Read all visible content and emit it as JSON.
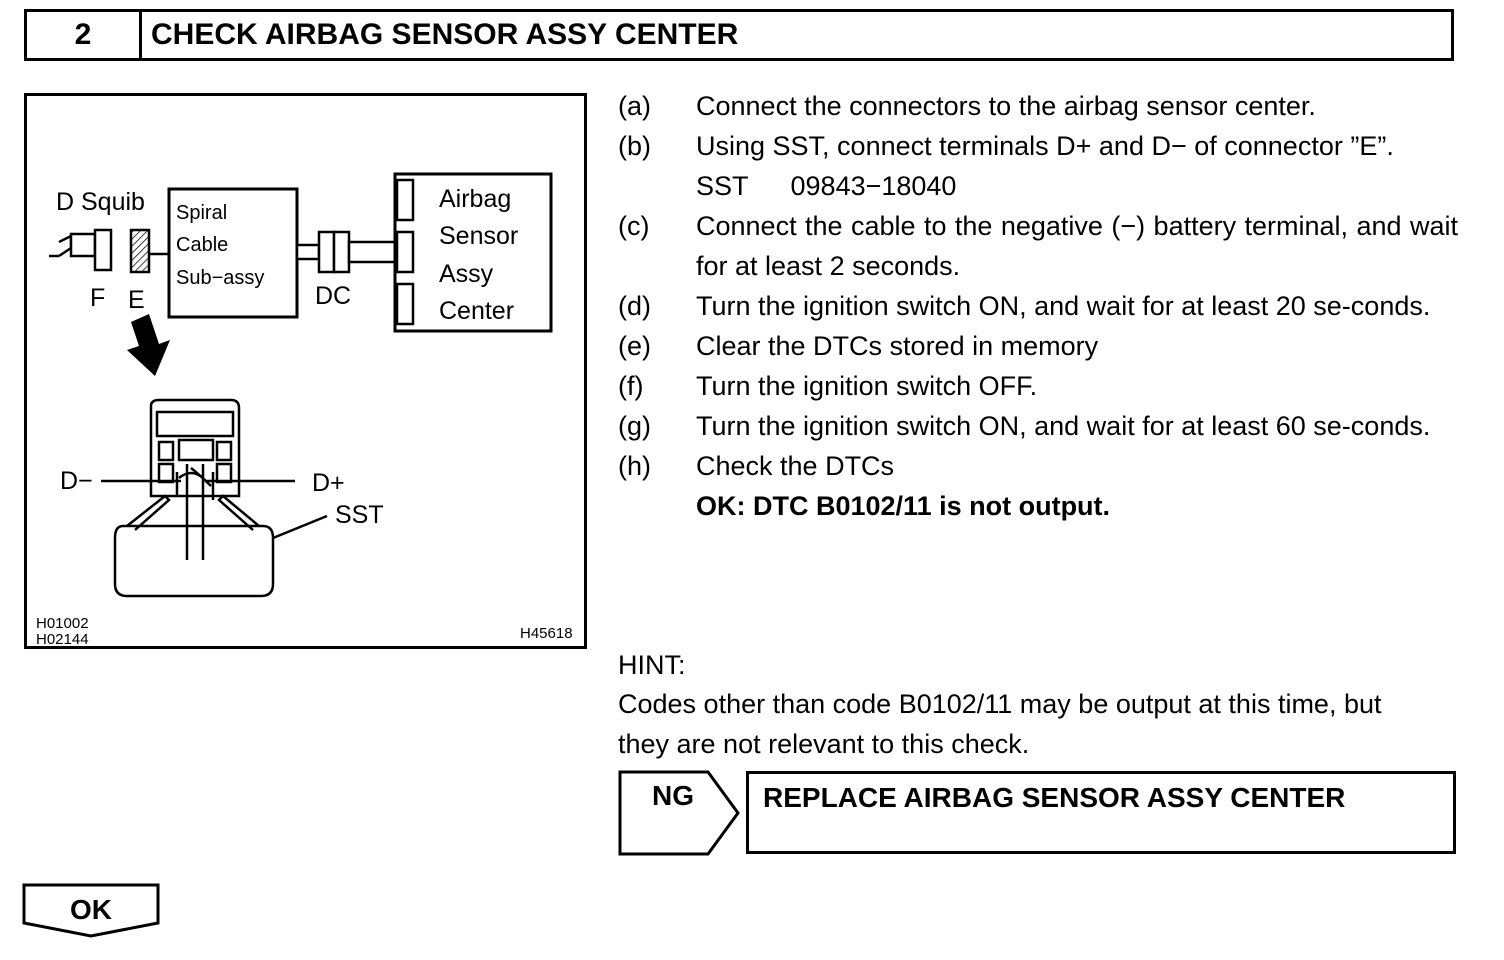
{
  "header": {
    "step_number": "2",
    "title": "CHECK AIRBAG SENSOR ASSY CENTER"
  },
  "figure": {
    "d_squib": "D Squib",
    "spiral_cable": [
      "Spiral",
      "Cable",
      "Sub−assy"
    ],
    "connector_f": "F",
    "connector_e": "E",
    "connector_dc": "DC",
    "airbag_sensor": [
      "Airbag",
      "Sensor",
      "Assy",
      "Center"
    ],
    "d_minus": "D−",
    "d_plus": "D+",
    "sst": "SST",
    "code_1": "H01002",
    "code_2": "H02144",
    "code_3": "H45618"
  },
  "steps": [
    {
      "letter": "(a)",
      "text": "Connect the connectors to the airbag sensor center."
    },
    {
      "letter": "(b)",
      "text": "Using SST, connect terminals D+ and D− of connector ”E”.",
      "sst_label": "SST",
      "sst_number": "09843−18040"
    },
    {
      "letter": "(c)",
      "text": "Connect the cable to the negative (−) battery terminal, and wait for at least 2 seconds."
    },
    {
      "letter": "(d)",
      "text": "Turn the ignition switch ON, and wait for at least 20 se-conds."
    },
    {
      "letter": "(e)",
      "text": "Clear the DTCs stored in memory"
    },
    {
      "letter": "(f)",
      "text": "Turn the ignition switch OFF."
    },
    {
      "letter": "(g)",
      "text": "Turn the ignition switch ON, and wait for at least 60 se-conds."
    },
    {
      "letter": "(h)",
      "text": "Check the DTCs",
      "ok_text": "OK: DTC B0102/11 is not output."
    }
  ],
  "hint": {
    "label": "HINT:",
    "line1": "Codes other than code B0102/11 may be output at this time, but",
    "line2": "they are not relevant to this check."
  },
  "ng": {
    "label": "NG",
    "action": "REPLACE AIRBAG SENSOR ASSY CENTER"
  },
  "ok": {
    "label": "OK"
  }
}
